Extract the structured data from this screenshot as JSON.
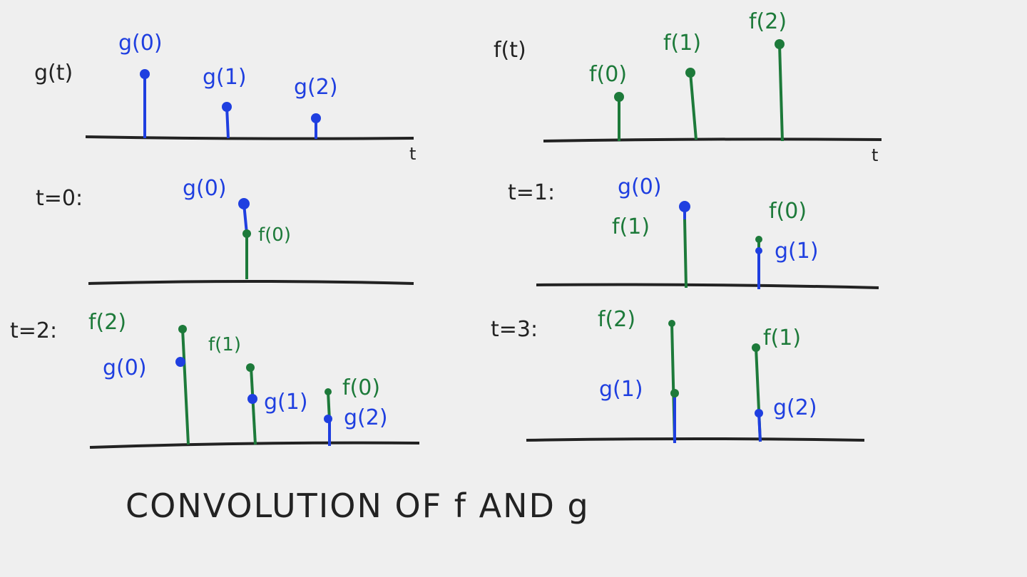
{
  "colors": {
    "g": "#1f3fe0",
    "f": "#1d7a3a",
    "ink": "#222222",
    "paper": "#efefef"
  },
  "top_g": {
    "label": "g(t)",
    "axis": "t",
    "g0": "g(0)",
    "g1": "g(1)",
    "g2": "g(2)",
    "values": [
      1.0,
      0.5,
      0.3
    ]
  },
  "top_f": {
    "label": "f(t)",
    "axis": "t",
    "f0": "f(0)",
    "f1": "f(1)",
    "f2": "f(2)",
    "values": [
      0.6,
      1.0,
      1.4
    ]
  },
  "step0": {
    "label": "t=0:",
    "g0": "g(0)",
    "f0": "f(0)"
  },
  "step1": {
    "label": "t=1:",
    "g0": "g(0)",
    "f1": "f(1)",
    "f0": "f(0)",
    "g1": "g(1)"
  },
  "step2": {
    "label": "t=2:",
    "f2": "f(2)",
    "g0": "g(0)",
    "f1": "f(1)",
    "g1": "g(1)",
    "f0": "f(0)",
    "g2": "g(2)"
  },
  "step3": {
    "label": "t=3:",
    "f2": "f(2)",
    "g1": "g(1)",
    "f1": "f(1)",
    "g2": "g(2)"
  },
  "caption": "CONVOLUTION OF f AND g"
}
